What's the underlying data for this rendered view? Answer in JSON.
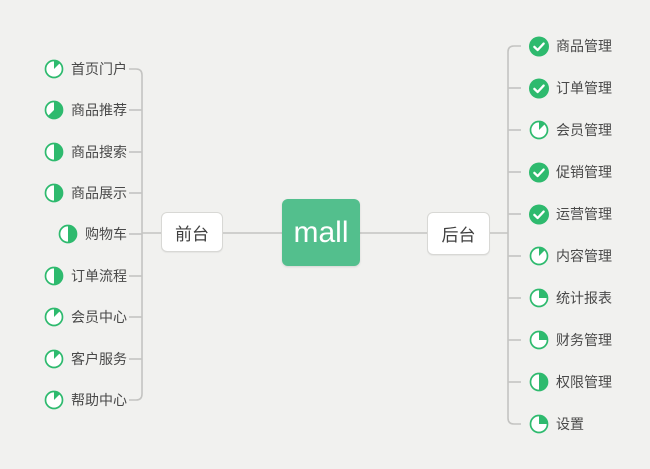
{
  "canvas": {
    "background": "#f1f1ef",
    "line_color": "#c4c4c2"
  },
  "colors": {
    "icon_green": "#2eba6e",
    "central_green": "#53bf8d",
    "node_border": "#d8d8d5",
    "text": "#494949"
  },
  "center": {
    "label": "mall"
  },
  "left_branch": {
    "label": "前台",
    "items": [
      {
        "label": "首页门户",
        "icon": "progress-icon",
        "progress_percent": 12.5
      },
      {
        "label": "商品推荐",
        "icon": "progress-icon",
        "progress_percent": 62.5
      },
      {
        "label": "商品搜索",
        "icon": "progress-icon",
        "progress_percent": 50
      },
      {
        "label": "商品展示",
        "icon": "progress-icon",
        "progress_percent": 50
      },
      {
        "label": "购物车",
        "icon": "progress-icon",
        "progress_percent": 50
      },
      {
        "label": "订单流程",
        "icon": "progress-icon",
        "progress_percent": 50
      },
      {
        "label": "会员中心",
        "icon": "progress-icon",
        "progress_percent": 12.5
      },
      {
        "label": "客户服务",
        "icon": "progress-icon",
        "progress_percent": 12.5
      },
      {
        "label": "帮助中心",
        "icon": "progress-icon",
        "progress_percent": 12.5
      }
    ]
  },
  "right_branch": {
    "label": "后台",
    "items": [
      {
        "label": "商品管理",
        "icon": "check-icon",
        "progress_percent": 100
      },
      {
        "label": "订单管理",
        "icon": "check-icon",
        "progress_percent": 100
      },
      {
        "label": "会员管理",
        "icon": "progress-icon",
        "progress_percent": 12.5
      },
      {
        "label": "促销管理",
        "icon": "check-icon",
        "progress_percent": 100
      },
      {
        "label": "运营管理",
        "icon": "check-icon",
        "progress_percent": 100
      },
      {
        "label": "内容管理",
        "icon": "progress-icon",
        "progress_percent": 12.5
      },
      {
        "label": "统计报表",
        "icon": "progress-icon",
        "progress_percent": 25
      },
      {
        "label": "财务管理",
        "icon": "progress-icon",
        "progress_percent": 25
      },
      {
        "label": "权限管理",
        "icon": "progress-icon",
        "progress_percent": 50
      },
      {
        "label": "设置",
        "icon": "progress-icon",
        "progress_percent": 25
      }
    ]
  }
}
